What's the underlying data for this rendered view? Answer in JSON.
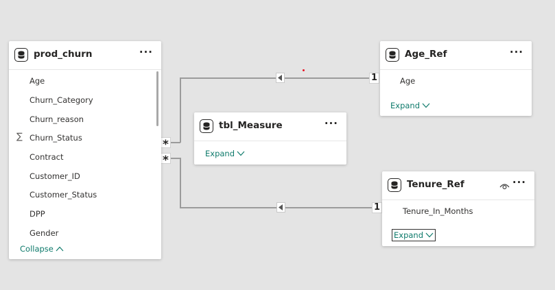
{
  "tables": {
    "prod_churn": {
      "title": "prod_churn",
      "menu_icon": "ellipsis-icon",
      "fields": [
        {
          "label": "Age",
          "sigma": false
        },
        {
          "label": "Churn_Category",
          "sigma": false
        },
        {
          "label": "Churn_reason",
          "sigma": false
        },
        {
          "label": "Churn_Status",
          "sigma": true
        },
        {
          "label": "Contract",
          "sigma": false
        },
        {
          "label": "Customer_ID",
          "sigma": false
        },
        {
          "label": "Customer_Status",
          "sigma": false
        },
        {
          "label": "DPP",
          "sigma": false
        },
        {
          "label": "Gender",
          "sigma": false
        }
      ],
      "collapse_label": "Collapse"
    },
    "age_ref": {
      "title": "Age_Ref",
      "fields": [
        {
          "label": "Age"
        }
      ],
      "expand_label": "Expand"
    },
    "tbl_measure": {
      "title": "tbl_Measure",
      "expand_label": "Expand"
    },
    "tenure_ref": {
      "title": "Tenure_Ref",
      "fields": [
        {
          "label": "Tenure_In_Months"
        }
      ],
      "expand_label": "Expand",
      "hidden_icon": "eye-hidden-icon"
    }
  },
  "relationships": [
    {
      "from": "prod_churn",
      "to": "age_ref",
      "from_cardinality": "*",
      "to_cardinality": "1"
    },
    {
      "from": "prod_churn",
      "to": "tenure_ref",
      "from_cardinality": "*",
      "to_cardinality": "1"
    }
  ],
  "symbols": {
    "sigma": "∑",
    "more": "···"
  },
  "colors": {
    "link": "#0e7a6b",
    "canvas": "#e4e4e4"
  }
}
